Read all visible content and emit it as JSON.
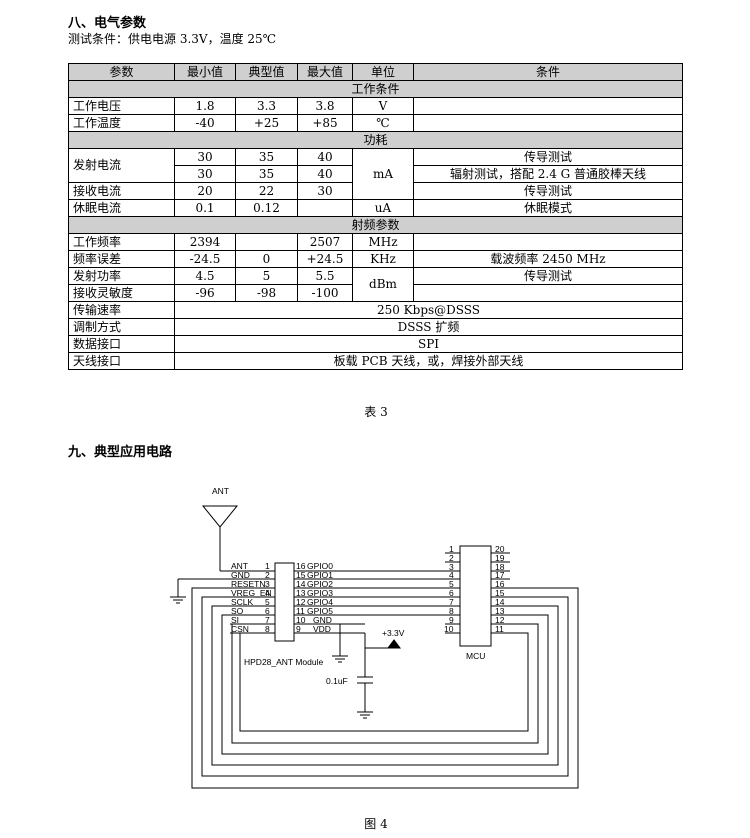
{
  "section8": {
    "title": "八、电气参数",
    "conditions": "测试条件：供电电源 3.3V，温度 25℃"
  },
  "table": {
    "headers": [
      "参数",
      "最小值",
      "典型值",
      "最大值",
      "单位",
      "条件"
    ],
    "groups": {
      "work": "工作条件",
      "power": "功耗",
      "rf": "射频参数"
    },
    "rows": {
      "voltage": [
        "工作电压",
        "1.8",
        "3.3",
        "3.8",
        "V",
        ""
      ],
      "temp": [
        "工作温度",
        "-40",
        "+25",
        "+85",
        "℃",
        ""
      ],
      "tx1": [
        "发射电流",
        "30",
        "35",
        "40",
        "mA",
        "传导测试"
      ],
      "tx2": [
        "",
        "30",
        "35",
        "40",
        "",
        "辐射测试，搭配 2.4 G 普通胶棒天线"
      ],
      "rx": [
        "接收电流",
        "20",
        "22",
        "30",
        "",
        "传导测试"
      ],
      "sleep": [
        "休眠电流",
        "0.1",
        "0.12",
        "",
        "uA",
        "休眠模式"
      ],
      "freq": [
        "工作频率",
        "2394",
        "",
        "2507",
        "MHz",
        ""
      ],
      "ferr": [
        "频率误差",
        "-24.5",
        "0",
        "+24.5",
        "KHz",
        "载波频率 2450 MHz"
      ],
      "txp": [
        "发射功率",
        "4.5",
        "5",
        "5.5",
        "dBm",
        "传导测试"
      ],
      "sens": [
        "接收灵敏度",
        "-96",
        "-98",
        "-100",
        "",
        ""
      ],
      "rate": [
        "传输速率",
        "250 Kbps@DSSS"
      ],
      "mod": [
        "调制方式",
        "DSSS 扩频"
      ],
      "iface": [
        "数据接口",
        "SPI"
      ],
      "ant": [
        "天线接口",
        "板载 PCB 天线，或，焊接外部天线"
      ]
    }
  },
  "table_caption": "表 3",
  "section9": {
    "title": "九、典型应用电路"
  },
  "circuit": {
    "antenna_label": "ANT",
    "module_left_pins": [
      {
        "name": "ANT",
        "num": "1"
      },
      {
        "name": "GND",
        "num": "2"
      },
      {
        "name": "RESETN",
        "num": "3"
      },
      {
        "name": "VREG_EN",
        "num": "4"
      },
      {
        "name": "SCLK",
        "num": "5"
      },
      {
        "name": "SO",
        "num": "6"
      },
      {
        "name": "SI",
        "num": "7"
      },
      {
        "name": "CSN",
        "num": "8"
      }
    ],
    "module_right_pins": [
      {
        "num": "16",
        "name": "GPIO0"
      },
      {
        "num": "15",
        "name": "GPIO1"
      },
      {
        "num": "14",
        "name": "GPIO2"
      },
      {
        "num": "13",
        "name": "GPIO3"
      },
      {
        "num": "12",
        "name": "GPIO4"
      },
      {
        "num": "11",
        "name": "GPIO5"
      },
      {
        "num": "10",
        "name": "GND"
      },
      {
        "num": "9",
        "name": "VDD"
      }
    ],
    "module_label": "HPD28_ANT Module",
    "vcc_label": "+3.3V",
    "cap_label": "0.1uF",
    "mcu_left_nums": [
      "1",
      "2",
      "3",
      "4",
      "5",
      "6",
      "7",
      "8",
      "9",
      "10"
    ],
    "mcu_right_nums": [
      "20",
      "19",
      "18",
      "17",
      "16",
      "15",
      "14",
      "13",
      "12",
      "11"
    ],
    "mcu_label": "MCU"
  },
  "figure_caption": "图 4"
}
